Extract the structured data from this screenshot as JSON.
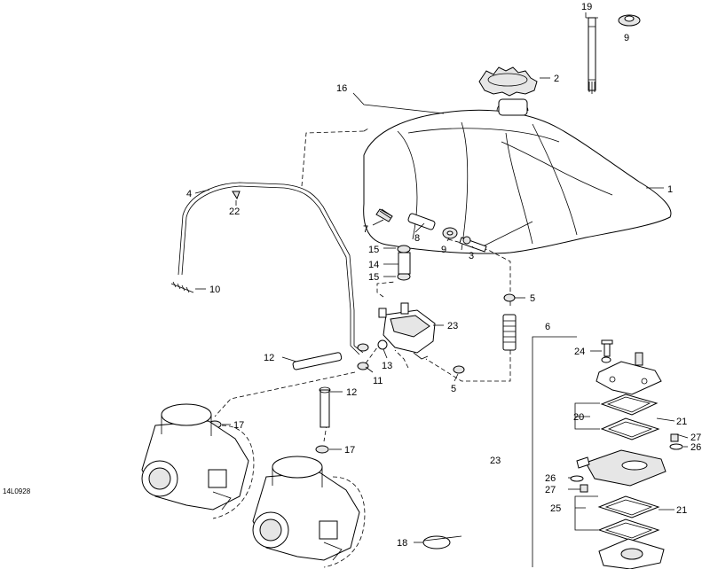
{
  "diagram_code": "14L0928",
  "callouts": [
    "1",
    "2",
    "3",
    "4",
    "5",
    "5",
    "6",
    "7",
    "8",
    "9",
    "9",
    "10",
    "11",
    "12",
    "12",
    "13",
    "14",
    "15",
    "15",
    "16",
    "17",
    "17",
    "18",
    "19",
    "20",
    "21",
    "21",
    "22",
    "23",
    "23",
    "24",
    "25",
    "26",
    "26",
    "27",
    "27"
  ],
  "colors": {
    "line": "#000000",
    "shade": "#e6e6e6",
    "background": "#ffffff"
  }
}
